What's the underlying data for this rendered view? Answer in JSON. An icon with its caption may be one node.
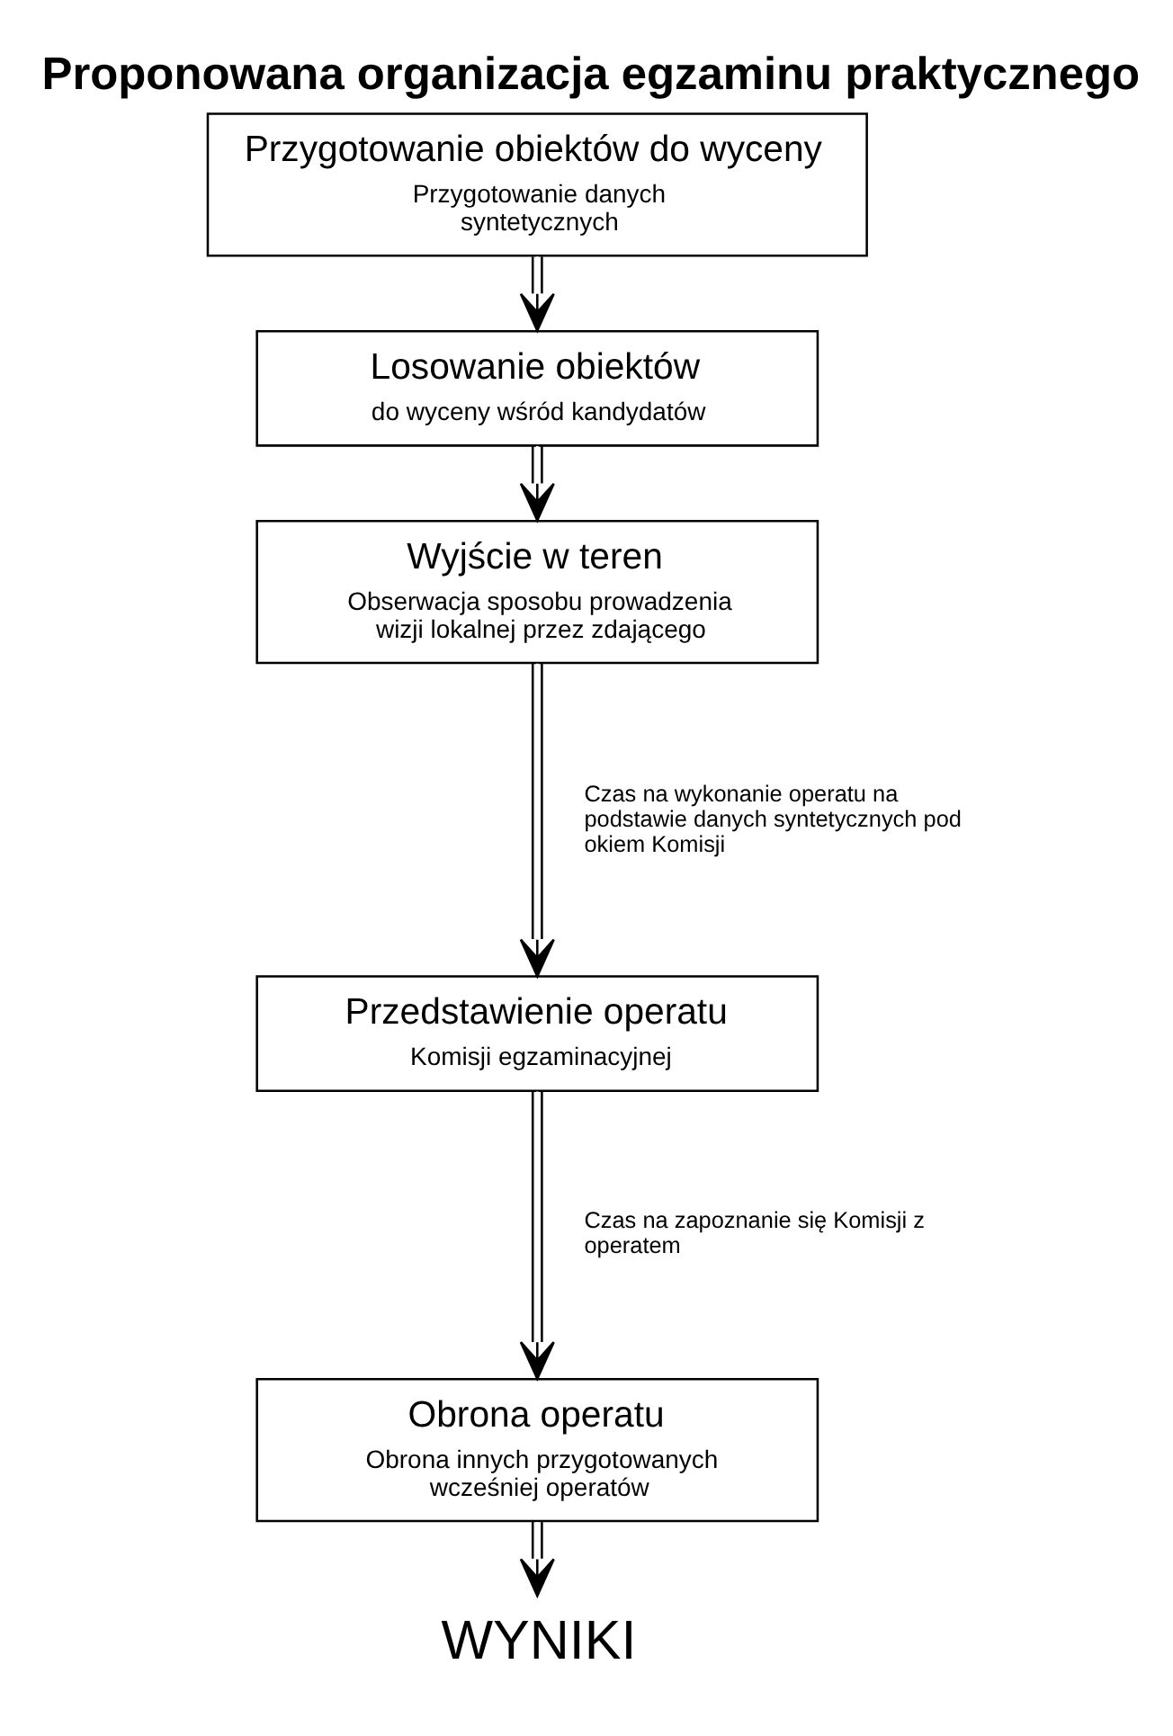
{
  "diagram": {
    "title": "Proponowana organizacja egzaminu praktycznego",
    "nodes": [
      {
        "text": [
          "Przygotowanie obiektów do wyceny",
          "Przygotowanie danych syntetycznych"
        ]
      },
      {
        "text": [
          "Losowanie obiektów",
          "do wyceny wśród kandydatów"
        ]
      },
      {
        "text": [
          "Wyjście w teren",
          "Obserwacja sposobu prowadzenia wizji lokalnej przez zdającego"
        ]
      },
      {
        "text": [
          "Przedstawienie operatu",
          "Komisji egzaminacyjnej"
        ]
      },
      {
        "text": [
          "Obrona operatu",
          "Obrona innych przygotowanych wcześniej operatów"
        ]
      },
      {
        "text": [
          "WYNIKI"
        ]
      }
    ],
    "edges": [
      {
        "from": 0,
        "to": 1,
        "arrow": "to"
      },
      {
        "from": 1,
        "to": 2,
        "arrow": "to"
      },
      {
        "from": 2,
        "to": 3,
        "arrow": "to",
        "label": "Czas na wykonanie operatu na podstawie danych syntetycznych pod okiem Komisji"
      },
      {
        "from": 3,
        "to": 4,
        "arrow": "to",
        "label": "Czas na zapoznanie się Komisji z operatem"
      },
      {
        "from": 4,
        "to": 5,
        "arrow": "to"
      }
    ]
  }
}
